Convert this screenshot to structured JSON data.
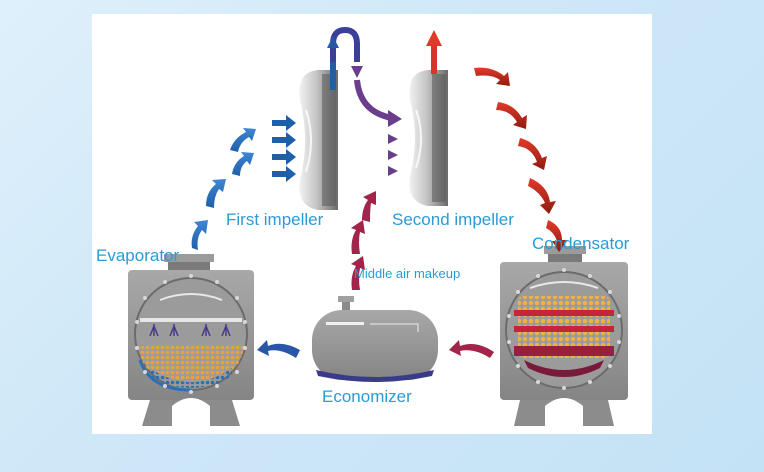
{
  "labels": {
    "first_impeller": "First impeller",
    "second_impeller": "Second impeller",
    "evaporator": "Evaporator",
    "condensator": "Condensator",
    "middle_air_makeup": "Middle air makeup",
    "economizer": "Economizer"
  },
  "colors": {
    "label_text": "#2a9bd6",
    "blue_flow": "#1f5fa8",
    "purple_flow": "#6a3e8c",
    "red_flow": "#e23a2a",
    "crimson_flow": "#a3244a",
    "vessel_gray": "#8e8e8e",
    "hot_tubes": "#f0a63a",
    "hot_bands": "#c3263a"
  },
  "icons": {
    "first_impeller": "impeller-icon",
    "second_impeller": "impeller-icon",
    "evaporator": "heat-exchanger-icon",
    "condensator": "heat-exchanger-icon",
    "economizer": "economizer-tank-icon"
  }
}
